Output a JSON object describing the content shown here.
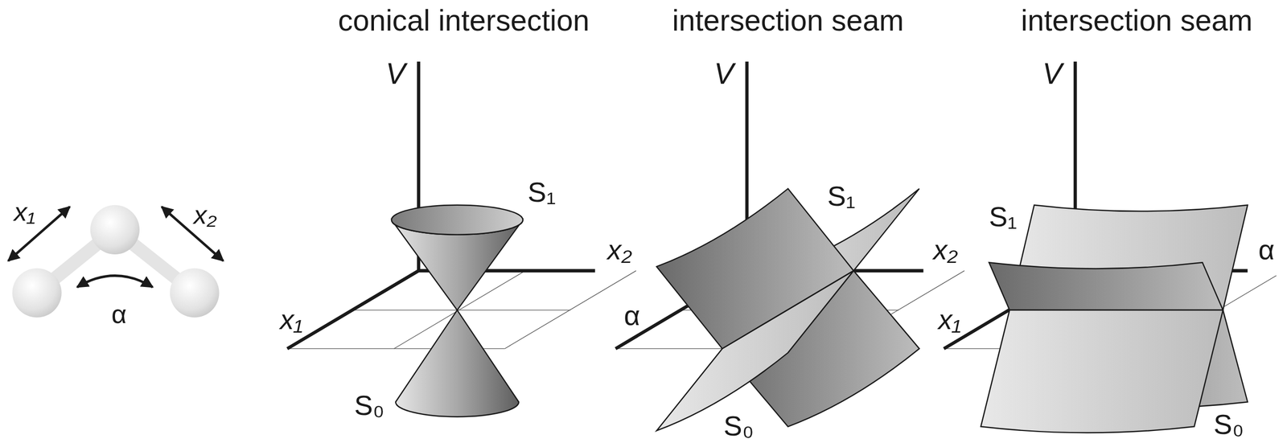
{
  "diagram": {
    "labels": [
      "conical intersection",
      "intersection seam",
      "intersection seam",
      "V",
      "V",
      "V",
      "S₁",
      "S₁",
      "S₁",
      "x₁",
      "x₂",
      "x₂",
      "x₂",
      "α",
      "x₁",
      "α",
      "x₁",
      "α",
      "S₀",
      "S₀",
      "S₀"
    ]
  }
}
